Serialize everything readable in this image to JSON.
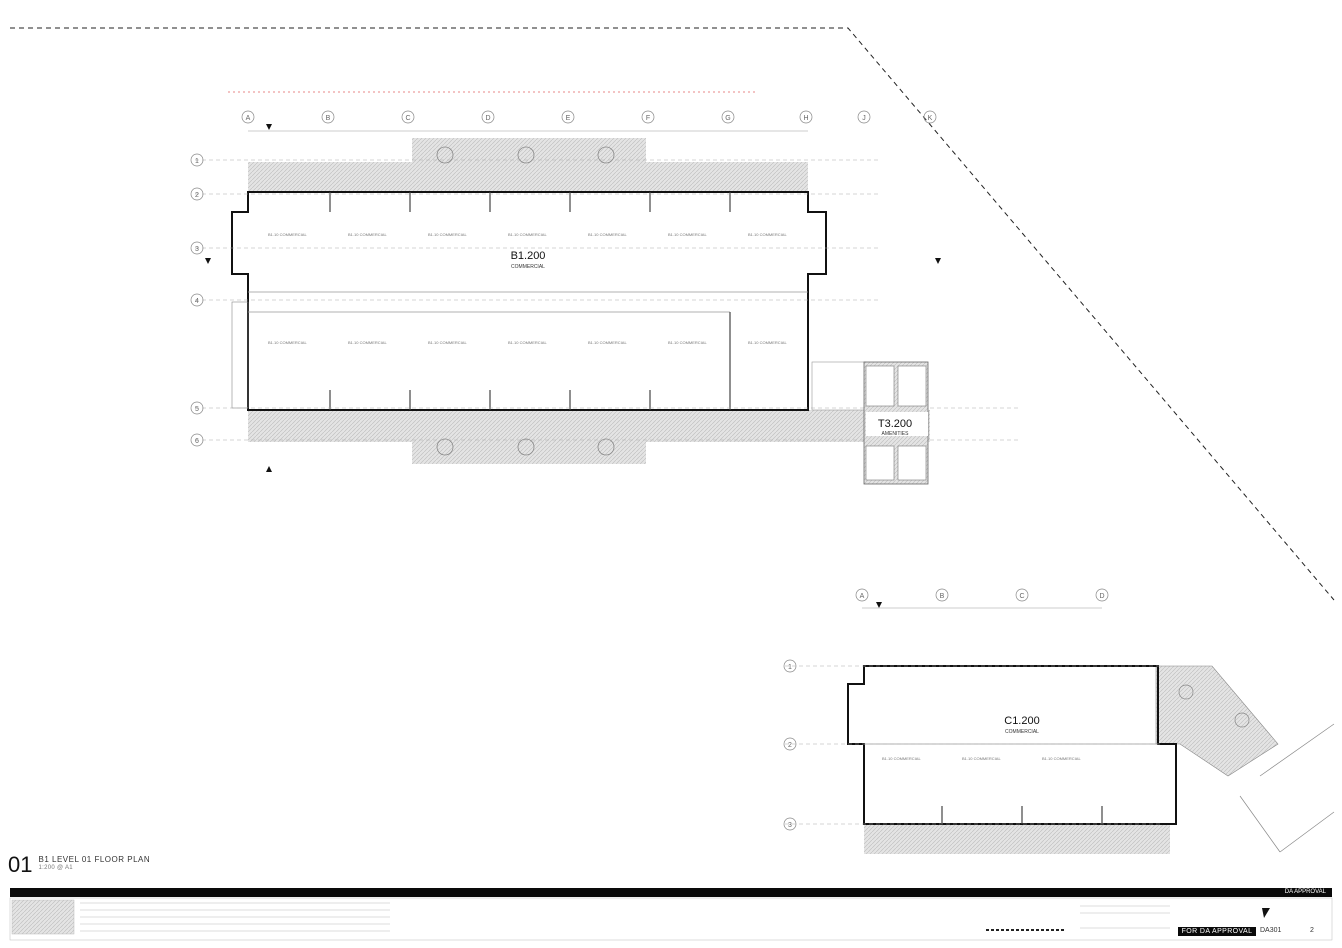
{
  "sheet": {
    "number": "01",
    "title": "B1 LEVEL 01 FLOOR PLAN",
    "scale": "1:200 @ A1"
  },
  "buildings": {
    "b1": {
      "code": "B1.200",
      "use": "COMMERCIAL"
    },
    "t3": {
      "code": "T3.200",
      "use": "AMENITIES"
    },
    "c1": {
      "code": "C1.200",
      "use": "COMMERCIAL"
    }
  },
  "grid_labels": {
    "b1_top": [
      "A",
      "B",
      "C",
      "D",
      "E",
      "F",
      "G",
      "H",
      "J",
      "K"
    ],
    "b1_left": [
      "1",
      "2",
      "3",
      "4",
      "5",
      "6"
    ],
    "c1_top": [
      "A",
      "B",
      "C",
      "D"
    ],
    "c1_left": [
      "1",
      "2",
      "3"
    ]
  },
  "unit_label": "B1.10 COMMERCIAL",
  "title_block": {
    "bar_tag": "DA APPROVAL",
    "status": "FOR DA APPROVAL",
    "drawing_no": "DA301",
    "revision": "2"
  }
}
